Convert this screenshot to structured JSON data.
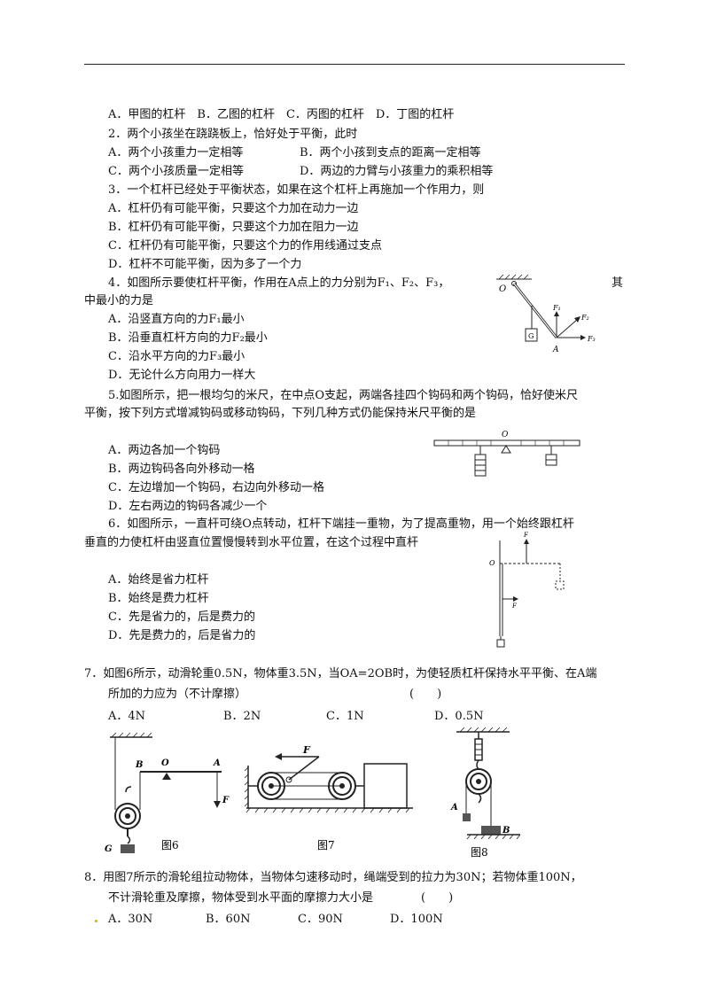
{
  "q1": {
    "options": "A．甲图的杠杆　B．乙图的杠杆　C．丙图的杠杆　D．丁图的杠杆"
  },
  "q2": {
    "stem": "2．两个小孩坐在跷跷板上，恰好处于平衡，此时",
    "opt_a": "A．两个小孩重力一定相等",
    "opt_b": "B．两个小孩到支点的距离一定相等",
    "opt_c": "C．两个小孩质量一定相等",
    "opt_d": "D．两边的力臂与小孩重力的乘积相等"
  },
  "q3": {
    "stem": "3．一个杠杆已经处于平衡状态，如果在这个杠杆上再施加一个作用力，则",
    "opt_a": "A．杠杆仍有可能平衡，只要这个力加在动力一边",
    "opt_b": "B．杠杆仍有可能平衡，只要这个力加在阻力一边",
    "opt_c": "C．杠杆仍有可能平衡，只要这个力的作用线通过支点",
    "opt_d": "D．杠杆不可能平衡，因为多了一个力"
  },
  "q4": {
    "stem_1": "4．如图所示要使杠杆平衡，作用在A点上的力分别为F₁、F₂、F₃，",
    "stem_tail": "其",
    "stem_2": "中最小的力是",
    "opt_a": "A．沿竖直方向的力F₁最小",
    "opt_b": "B．沿垂直杠杆方向的力F₂最小",
    "opt_c": "C．沿水平方向的力F₃最小",
    "opt_d": "D．无论什么方向用力一样大",
    "fig": {
      "pivot": "O",
      "point": "A",
      "weight": "G",
      "f1": "F₁",
      "f2": "F₂",
      "f3": "F₃"
    }
  },
  "q5": {
    "stem_1": "5.如图所示，把一根均匀的米尺，在中点O支起，两端各挂四个钩码和两个钩码，恰好使米尺",
    "stem_2": "平衡，按下列方式增减钩码或移动钩码，下列几种方式仍能保持米尺平衡的是",
    "opt_a": "A．两边各加一个钩码",
    "opt_b": "B．两边钩码各向外移动一格",
    "opt_c": "C．左边增加一个钩码，右边向外移动一格",
    "opt_d": "D．左右两边的钩码各减少一个",
    "fig": {
      "pivot": "O"
    }
  },
  "q6": {
    "stem_1": "6．如图所示，一直杆可绕O点转动，杠杆下端挂一重物，为了提高重物，用一个始终跟杠杆",
    "stem_2": "垂直的力使杠杆由竖直位置慢慢转到水平位置，在这个过程中直杆",
    "opt_a": "A．始终是省力杠杆",
    "opt_b": "B．始终是费力杠杆",
    "opt_c": "C．先是省力的，后是费力的",
    "opt_d": "D．先是费力的，后是省力的",
    "fig": {
      "pivot": "O",
      "force": "F"
    }
  },
  "q7": {
    "stem_1": "7．如图6所示，动滑轮重0.5N，物体重3.5N，当OA=2OB时，为使轻质杠杆保持水平平衡、在A端",
    "stem_2": "所加的力应为（不计摩擦）",
    "bracket": "(　　)",
    "opt_a": "A．4N",
    "opt_b": "B．2N",
    "opt_c": "C．1N",
    "opt_d": "D．0.5N"
  },
  "figs": {
    "fig6": {
      "caption": "图6",
      "b": "B",
      "o": "O",
      "a": "A",
      "f": "F",
      "g": "G"
    },
    "fig7": {
      "caption": "图7",
      "f": "F"
    },
    "fig8": {
      "caption": "图8",
      "a": "A",
      "b": "B"
    }
  },
  "q8": {
    "stem_1": "8．用图7所示的滑轮组拉动物体，当物体匀速移动时，绳端受到的拉力为30N；若物体重100N，",
    "stem_2": "不计滑轮重及摩擦，物体受到水平面的摩擦力大小是",
    "bracket": "(　　)",
    "opt_a": "A．30N",
    "opt_b": "B．60N",
    "opt_c": "C．90N",
    "opt_d": "D．100N"
  }
}
